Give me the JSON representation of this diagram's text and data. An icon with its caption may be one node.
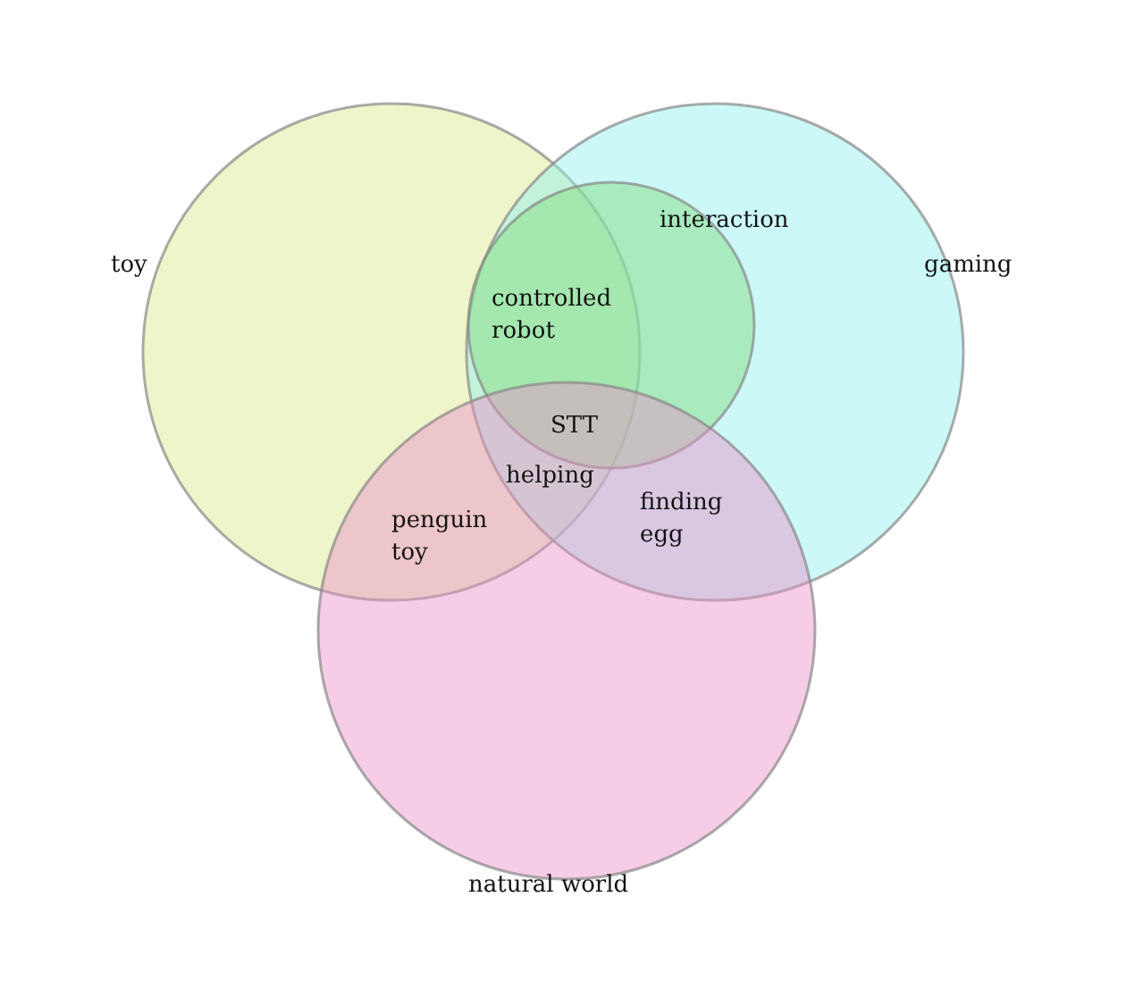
{
  "diagram": {
    "nodes": [
      {
        "text": [
          "toy"
        ]
      },
      {
        "text": [
          "gaming"
        ]
      },
      {
        "text": [
          "interaction"
        ],
        "in": 1
      },
      {
        "text": [
          "natural world"
        ]
      }
    ],
    "labels": [
      "controlled robot",
      "STT",
      "helping",
      "penguin toy",
      "finding egg"
    ]
  }
}
